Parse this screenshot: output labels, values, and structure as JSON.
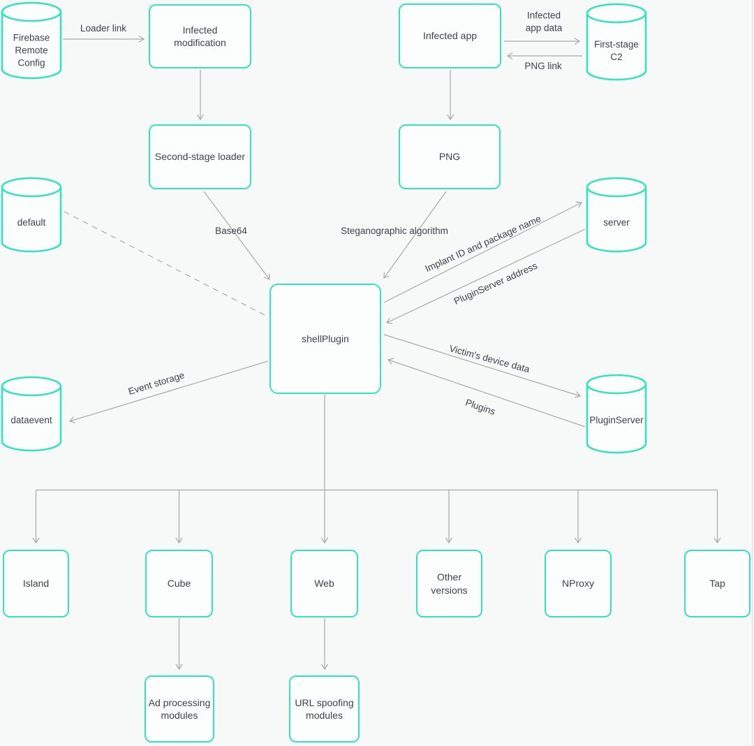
{
  "palette": {
    "accent": "#35e2c0",
    "arrow": "#a6a9ab",
    "text": "#3d424a",
    "background": "#f7f8f8",
    "node_fill": "#fcfdfd"
  },
  "nodes": {
    "firebase_remote_config": "Firebase\nRemote\nConfig",
    "infected_modification": "Infected\nmodification",
    "infected_app": "Infected app",
    "first_stage_c2": "First-stage\nC2",
    "second_stage_loader": "Second-stage loader",
    "png": "PNG",
    "default": "default",
    "server": "server",
    "shellplugin": "shellPlugin",
    "dataevent": "dataevent",
    "pluginserver": "PluginServer",
    "island": "Island",
    "cube": "Cube",
    "web": "Web",
    "other_versions": "Other\nversions",
    "nproxy": "NProxy",
    "tap": "Tap",
    "ad_processing_modules": "Ad processing\nmodules",
    "url_spoofing_modules": "URL spoofing\nmodules"
  },
  "edges": {
    "loader_link": "Loader link",
    "infected_app_data": "Infected\napp data",
    "png_link": "PNG link",
    "base64": "Base64",
    "steganographic_algorithm": "Steganographic algorithm",
    "implant_id_and_package_name": "Implant ID and package name",
    "pluginserver_address": "PluginServer address",
    "victims_device_data": "Victim's device data",
    "plugins": "Plugins",
    "event_storage": "Event storage"
  }
}
